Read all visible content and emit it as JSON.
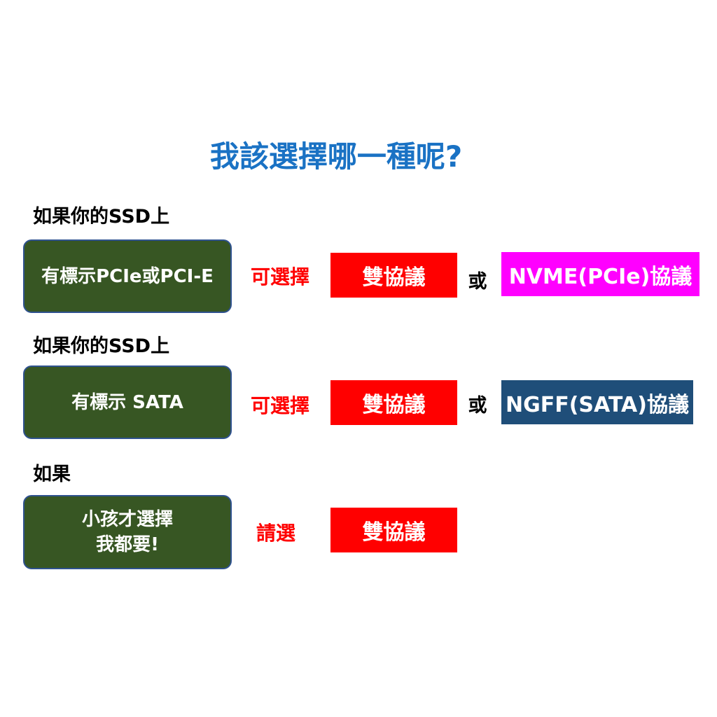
{
  "title": "我該選擇哪一種呢?",
  "rows": [
    {
      "condition": "如果你的SSD上",
      "box": "有標示PCIe或PCI-E",
      "action": "可選擇",
      "option1": "雙協議",
      "or": "或",
      "option2": "NVME(PCIe)協議",
      "option2_color": "#ff00ff"
    },
    {
      "condition": "如果你的SSD上",
      "box": "有標示 SATA",
      "action": "可選擇",
      "option1": "雙協議",
      "or": "或",
      "option2": "NGFF(SATA)協議",
      "option2_color": "#1f4e79"
    },
    {
      "condition": "如果",
      "box_line1": "小孩才選擇",
      "box_line2": "我都要!",
      "action": "請選",
      "option1": "雙協議"
    }
  ]
}
